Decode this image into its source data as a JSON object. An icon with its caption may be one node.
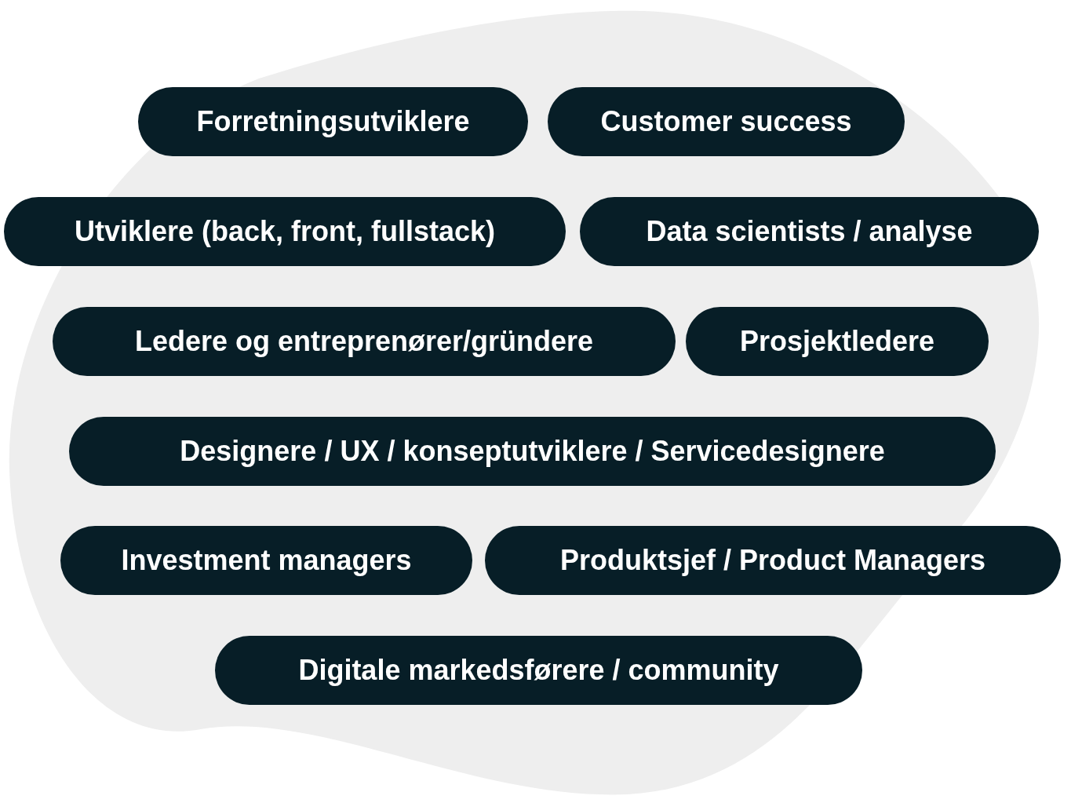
{
  "diagram": {
    "nodes": [
      {
        "text": [
          "Forretningsutviklere"
        ]
      },
      {
        "text": [
          "Customer success"
        ]
      },
      {
        "text": [
          "Utviklere (back, front, fullstack)"
        ]
      },
      {
        "text": [
          "Data scientists / analyse"
        ]
      },
      {
        "text": [
          "Ledere og entreprenører/gründere"
        ]
      },
      {
        "text": [
          "Prosjektledere"
        ]
      },
      {
        "text": [
          "Designere / UX / konseptutviklere / Servicedesignere"
        ]
      },
      {
        "text": [
          "Investment managers"
        ]
      },
      {
        "text": [
          "Produktsjef / Product Managers"
        ]
      },
      {
        "text": [
          "Digitale markedsførere / community"
        ]
      }
    ]
  }
}
